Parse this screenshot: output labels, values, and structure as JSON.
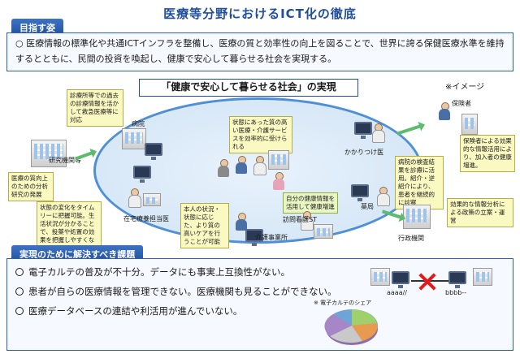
{
  "title": "医療等分野におけるICT化の徹底",
  "goal": {
    "tag": "目指す姿",
    "text": "○ 医療情報の標準化や共通ICTインフラを整備し、医療の質と効率性の向上を図ることで、世界に誇る保健医療水準を維持するとともに、民間の投資を喚起し、健康で安心して暮らせる社会を実現する。"
  },
  "vision": {
    "title": "「健康で安心して暮らせる社会」の実現",
    "image_note": "※イメージ"
  },
  "actors": {
    "hospital": "病院",
    "research": "研究機関等",
    "home_care": "在宅療養担当医",
    "care_office": "介護事業所",
    "nurse_station": "訪問看護ST",
    "pharmacy": "薬局",
    "family_doctor": "かかりつけ医",
    "insurer": "保険者",
    "government": "行政機関"
  },
  "notes": {
    "hospital_note": "診療所等での過去の診療情報を活かして救急医療等に対応",
    "research_note": "医療の質向上のための分析研究の発展",
    "home_note": "状態の変化をタイムリーに把握可能。生活状況が分かることで、投薬や処置の効果を把握しやすくなる",
    "center_note": "状態にあった質の高い医療・介護サービスを効率的に受けられる",
    "self_note": "自分の健康情報を活用して健康増進",
    "care_note": "本人の状況・状態に応じた、より質の高いケアを行うことが可能",
    "doctor_note": "病院の検査結果を診療に活用。紹介・逆紹介により、患者を継続的に診察",
    "insurer_note": "保険者による効果的な情報活用により、加入者の健康増進。",
    "gov_note": "効果的な情報分析による政策の立案・運営"
  },
  "issues": {
    "tag": "実現のために解決すべき課題",
    "items": [
      "電子カルテの普及が不十分。データにも事実上互換性がない。",
      "患者が自らの医療情報を管理できない。医療機関も見ることができない。",
      "医療データベースの連結や利活用が進んでいない。"
    ],
    "left_system": "aaaa//",
    "right_system": "bbbb--",
    "pie_label": "※ 電子カルテのシェア"
  },
  "colors": {
    "title_blue": "#1f4e9c",
    "ring_blue": "#4f8fd6",
    "arrow_green": "#5dbb6d",
    "note_yellow": "#fbf9c2",
    "note_green": "#eaf7c4",
    "x_red": "#e21a1a"
  },
  "icons": [
    "monitor-icon",
    "building-icon",
    "person-icon",
    "house-icon",
    "arrow-icon",
    "x-mark-icon",
    "pie-chart-icon"
  ]
}
